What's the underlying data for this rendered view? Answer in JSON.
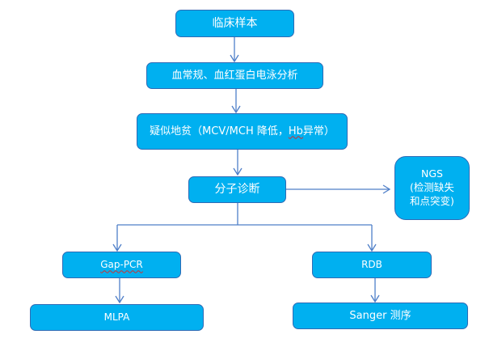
{
  "diagram": {
    "type": "flowchart",
    "nodes": {
      "clinical_sample": "临床样本",
      "blood_test": "血常规、血红蛋白电泳分析",
      "suspected_thal_prefix": "疑似地贫（MCV/MCH 降低，",
      "suspected_thal_hb": "Hb",
      "suspected_thal_suffix": "异常）",
      "molecular_dx": "分子诊断",
      "ngs": "NGS\n(检测缺失\n和点突变)",
      "gap_pcr": "Gap-PCR",
      "mlpa": "MLPA",
      "rdb": "RDB",
      "sanger": "Sanger 测序"
    },
    "edges": [
      [
        "临床样本",
        "血常规、血红蛋白电泳分析"
      ],
      [
        "血常规、血红蛋白电泳分析",
        "疑似地贫（MCV/MCH 降低，Hb异常）"
      ],
      [
        "疑似地贫（MCV/MCH 降低，Hb异常）",
        "分子诊断"
      ],
      [
        "分子诊断",
        "NGS"
      ],
      [
        "分子诊断",
        "Gap-PCR"
      ],
      [
        "分子诊断",
        "RDB"
      ],
      [
        "Gap-PCR",
        "MLPA"
      ],
      [
        "RDB",
        "Sanger 测序"
      ]
    ],
    "colors": {
      "node_fill": "#00b0f0",
      "node_border": "#2f6bb5",
      "edge": "#4f7fc8",
      "text": "#ffffff"
    }
  }
}
